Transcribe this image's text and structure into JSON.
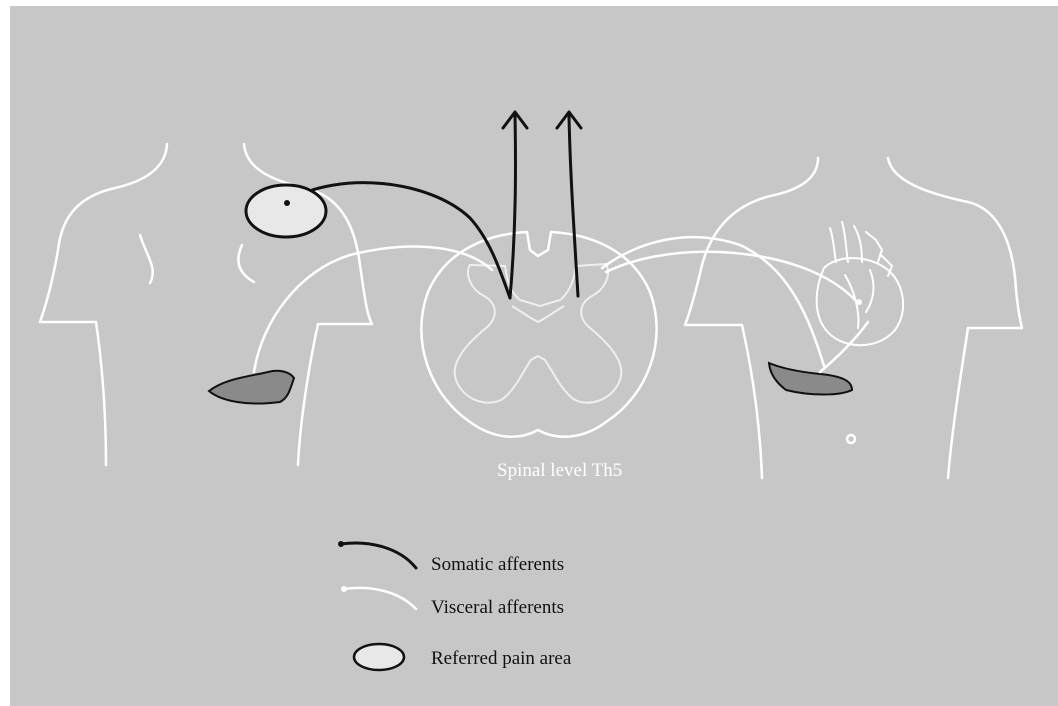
{
  "diagram": {
    "spinal_level_label": "Spinal level Th5"
  },
  "legend": {
    "somatic": "Somatic afferents",
    "visceral": "Visceral afferents",
    "referred": "Referred pain area"
  },
  "colors": {
    "background": "#c7c7c7",
    "outline": "#ffffff",
    "somatic_line": "#111111",
    "referred_area_fill": "#e8e8e8",
    "organ_fill": "#8a8a8a"
  }
}
